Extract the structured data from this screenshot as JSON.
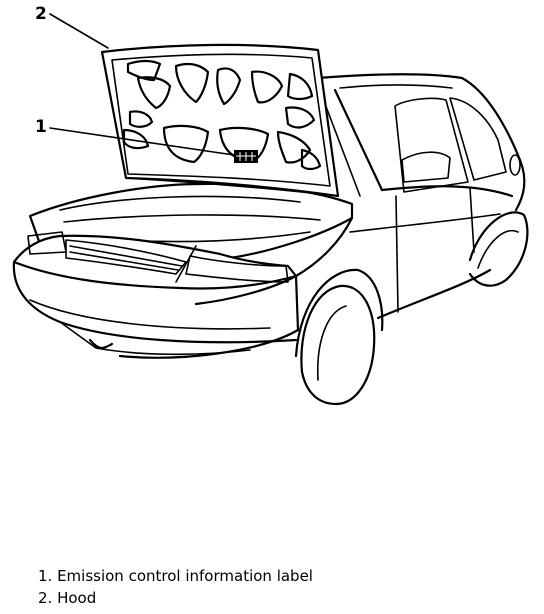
{
  "callouts": [
    {
      "number": "1",
      "part": "emission-control-label"
    },
    {
      "number": "2",
      "part": "hood"
    }
  ],
  "legend": [
    "1. Emission control information label",
    "2. Hood"
  ]
}
